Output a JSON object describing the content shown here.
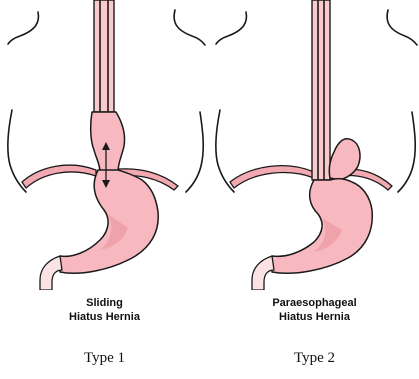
{
  "panels": [
    {
      "caption_line1": "Sliding",
      "caption_line2": "Hiatus Hernia",
      "type_label": "Type 1"
    },
    {
      "caption_line1": "Paraesophageal",
      "caption_line2": "Hiatus Hernia",
      "type_label": "Type 2"
    }
  ],
  "colors": {
    "tissue": "#f7b9bf",
    "diaphragm": "#f3a9b1",
    "outline": "#1a1a1a"
  }
}
